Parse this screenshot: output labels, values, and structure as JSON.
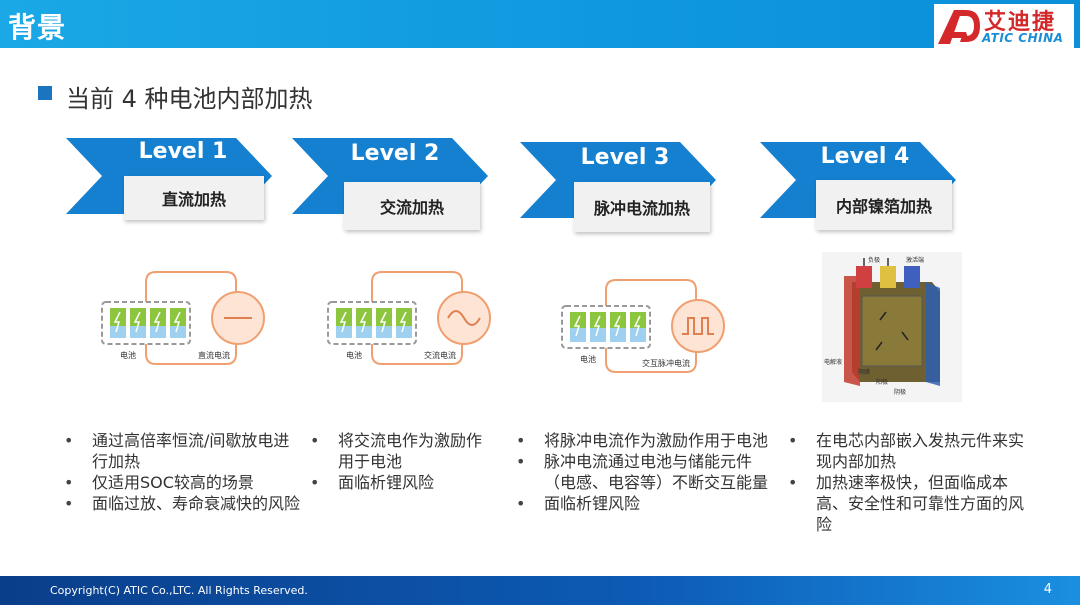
{
  "header": {
    "title": "背景",
    "logo_cn": "艾迪捷",
    "logo_en": "ATIC CHINA"
  },
  "subtitle": "当前 4 种电池内部加热",
  "levels": [
    {
      "level": "Level 1",
      "name": "直流加热",
      "diagram": {
        "battery": "电池",
        "source": "直流电流"
      },
      "bullets": [
        "通过高倍率恒流/间歇放电进行加热",
        "仅适用SOC较高的场景",
        "面临过放、寿命衰减快的风险"
      ]
    },
    {
      "level": "Level 2",
      "name": "交流加热",
      "diagram": {
        "battery": "电池",
        "source": "交流电流"
      },
      "bullets": [
        "将交流电作为激励作用于电池",
        "面临析锂风险"
      ]
    },
    {
      "level": "Level 3",
      "name": "脉冲电流加热",
      "diagram": {
        "battery": "电池",
        "source": "交互脉冲电流"
      },
      "bullets": [
        "将脉冲电流作为激励作用于电池",
        "脉冲电流通过电池与储能元件（电感、电容等）不断交互能量",
        "面临析锂风险"
      ]
    },
    {
      "level": "Level 4",
      "name": "内部镍箔加热",
      "diagram": {
        "top1": "负极",
        "top2": "激活端",
        "electrolyte": "电解液",
        "sep": "隔膜",
        "anode": "阳极",
        "cathode": "阴极"
      },
      "bullets": [
        "在电芯内部嵌入发热元件来实现内部加热",
        "加热速率极快，但面临成本高、安全性和可靠性方面的风险"
      ]
    }
  ],
  "footer": {
    "copyright": "Copyright(C) ATIC Co.,LTC. All Rights Reserved.",
    "page": "4"
  },
  "colors": {
    "header_blue": "#0f97de",
    "arrow_blue": "#1580d0",
    "circuit_orange": "#f0a070",
    "cell_green": "#8cc63f",
    "cell_blue": "#9fd0f0"
  }
}
